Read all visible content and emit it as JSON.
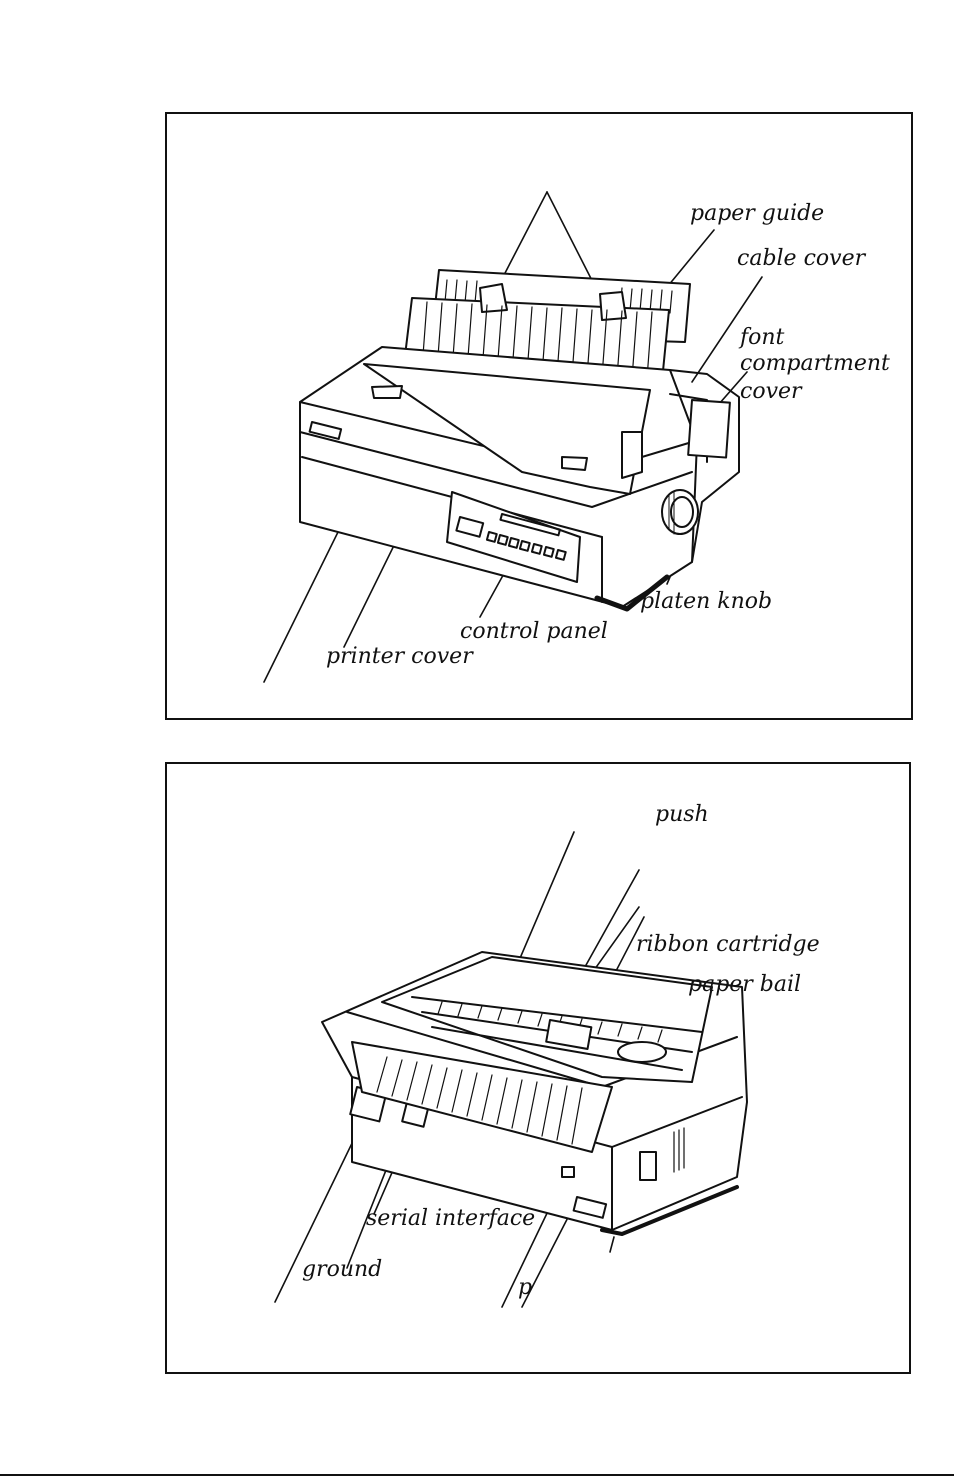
{
  "front_view": {
    "labels": {
      "paper_guide": "paper guide",
      "cable_cover": "cable cover",
      "font_compartment_cover_1": "font",
      "font_compartment_cover_2": "compartment",
      "font_compartment_cover_3": "cover",
      "platen_knob": "platen knob",
      "control_panel": "control panel",
      "printer_cover": "printer cover"
    }
  },
  "rear_view": {
    "labels": {
      "push": "push",
      "ribbon_cartridge": "ribbon cartridge",
      "paper_bail": "paper bail",
      "serial_interface": "serial interface",
      "ground": "ground",
      "p": "p"
    }
  }
}
